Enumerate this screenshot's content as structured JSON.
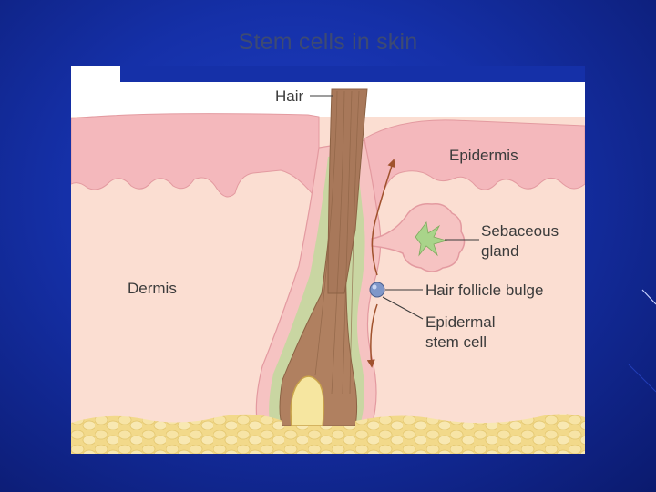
{
  "slide": {
    "title": "Stem cells in skin"
  },
  "diagram": {
    "labels": {
      "hair": "Hair",
      "epidermis": "Epidermis",
      "sebaceous_line1": "Sebaceous",
      "sebaceous_line2": "gland",
      "dermis": "Dermis",
      "bulge": "Hair follicle bulge",
      "stem_line1": "Epidermal",
      "stem_line2": "stem cell"
    },
    "colors": {
      "epidermis": "#f4b8bc",
      "dermis": "#fbded2",
      "hair_shaft": "#a8785a",
      "follicle_sheath": "#c9d6a2",
      "fat_layer": "#f2d98a",
      "stem_cell": "#7f97c9",
      "arrow": "#a0522d",
      "background": "#1530a8"
    }
  }
}
